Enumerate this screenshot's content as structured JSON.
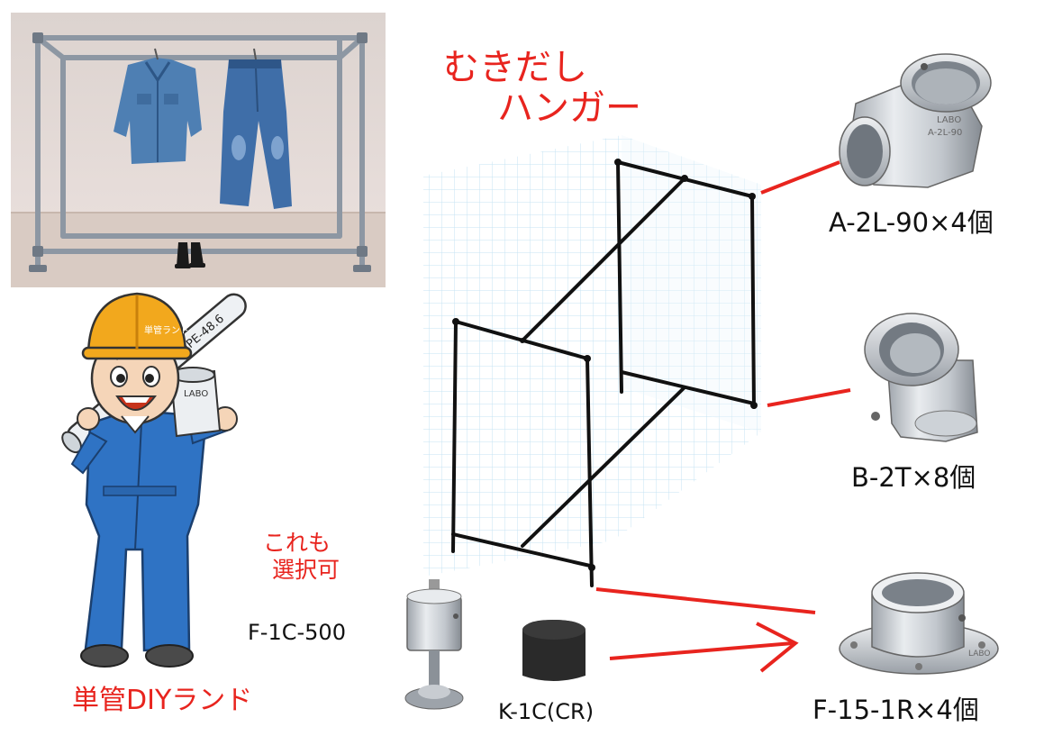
{
  "title": {
    "line1": "むきだし",
    "line2": "ハンガー"
  },
  "photo_props": {
    "pipe_text": "PIPE-48.6",
    "fitting_text": "LABO",
    "helmet_text": "単管ランド"
  },
  "parts": [
    {
      "id": "a2l90",
      "label": "A-2L-90×4個",
      "fitting_text": "LABO",
      "code_text": "A-2L-90"
    },
    {
      "id": "b2t",
      "label": "B-2T×8個"
    },
    {
      "id": "f151r",
      "label": "F-15-1R×4個",
      "flange_text": "LABO"
    }
  ],
  "options": {
    "note_line1": "これも",
    "note_line2": "選択可",
    "items": [
      {
        "id": "f1c500",
        "label": "F-1C-500"
      },
      {
        "id": "k1ccr",
        "label": "K-1C(CR)"
      }
    ]
  },
  "brand": {
    "name": "単管DIYランド"
  },
  "colors": {
    "accent": "#e8241e",
    "worker_blue": "#2f73c4",
    "helmet": "#f2a81d",
    "frame": "#111111",
    "grid": "#bfe0f2"
  }
}
